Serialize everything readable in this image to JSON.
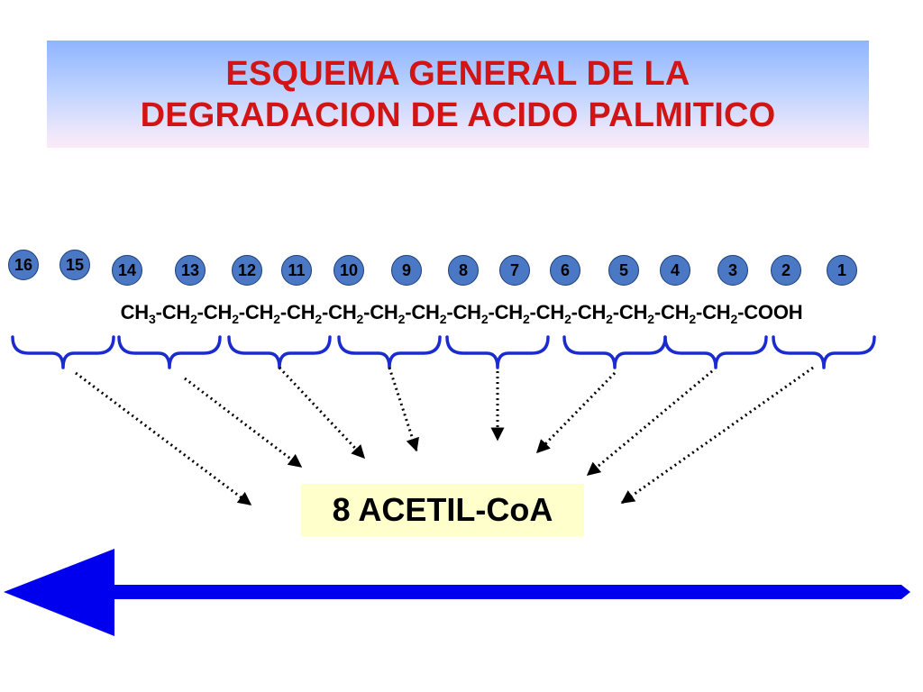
{
  "title": {
    "line1": "ESQUEMA GENERAL DE LA",
    "line2": "DEGRADACION DE ACIDO PALMITICO"
  },
  "carbon_numbers": [
    "16",
    "15",
    "14",
    "13",
    "12",
    "11",
    "10",
    "9",
    "8",
    "7",
    "6",
    "5",
    "4",
    "3",
    "2",
    "1"
  ],
  "formula": [
    {
      "text": "CH",
      "sub": "3"
    },
    {
      "text": "-CH",
      "sub": "2"
    },
    {
      "text": "-CH",
      "sub": "2"
    },
    {
      "text": "-CH",
      "sub": "2"
    },
    {
      "text": "-CH",
      "sub": "2"
    },
    {
      "text": "-CH",
      "sub": "2"
    },
    {
      "text": "-CH",
      "sub": "2"
    },
    {
      "text": "-CH",
      "sub": "2"
    },
    {
      "text": "-CH",
      "sub": "2"
    },
    {
      "text": "-CH",
      "sub": "2"
    },
    {
      "text": "-CH",
      "sub": "2"
    },
    {
      "text": "-CH",
      "sub": "2"
    },
    {
      "text": "-CH",
      "sub": "2"
    },
    {
      "text": "-CH",
      "sub": "2"
    },
    {
      "text": "-CH",
      "sub": "2"
    },
    {
      "text": "-COOH",
      "sub": ""
    }
  ],
  "product": "8 ACETIL-CoA",
  "colors": {
    "title_text": "#d21414",
    "circle_fill": "#4a78c4",
    "brace": "#1a2bd0",
    "arrow": "#0000ee",
    "product_bg": "#ffffcc"
  }
}
